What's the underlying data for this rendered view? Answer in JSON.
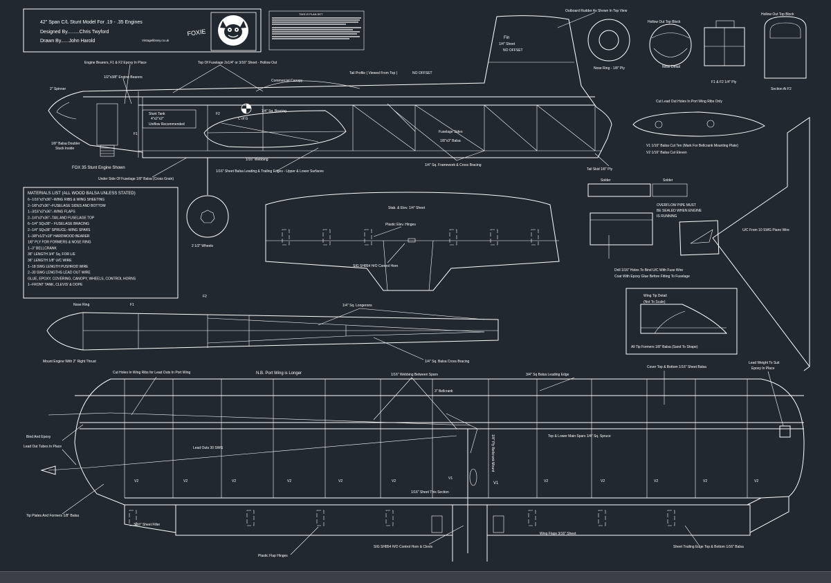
{
  "title_block": {
    "line1": "42\" Span C/L Stunt Model For .19 - .35 Engines",
    "line2": "Designed By.........Chris Twyford",
    "line3": "Drawn By......John Harold",
    "website": "Vintagelibrary.co.uk",
    "model_name": "FOXIE"
  },
  "notes": {
    "heading": "THIS IS PLAN SET"
  },
  "materials": {
    "heading": "MATERIALS LIST (ALL WOOD BALSA UNLESS STATED)",
    "items": [
      "6--1/16\"x3\"x36\"--WING RIBS & WING SHEETING",
      "2--1/8\"x3\"x36\"--FUSELAGE SIDES AND BOTTOM",
      "1--3/16\"x3\"x36\"--WING FLAPS",
      "2--1/4\"x3\"x36\"--TAIL AND FUSELAGE TOP",
      "6--1/4\" SQx36\"-- FUSELAGE BRACING",
      "2--1/4\" SQx36\" SPRUCE--WING SPARS",
      "1--3/8\"x1/2\"x18\" HARDWOOD BEARER",
      "1/8\" PLY FOR FORMERS & NOSE RING",
      "1--3\" BELLCRANK",
      "36\" LENGTH 3/4\" Sq. FOR L/E",
      "36\" LENGTH 1/8\" U/C WIRE",
      "1--18 SWG LENGTH PUSHROD WIRE",
      "2--30 SWG LENGTHS LEAD OUT WIRE",
      "GLUE, EPOXY, COVERING, CANOPY, WHEELS, CONTROL HORNS",
      "1--FRONT TANK, CLEVIS' & DOPE"
    ]
  },
  "labels": {
    "engine_bearers": "Engine Bearers, F1 & F2 Epoxy In Place",
    "bearers_spec": "1/2\"x3/8\" Engine Bearers",
    "fuselage_top": "Top Of Fuselage 2x1/4\" or 3/16\" Sheet - Hollow Out",
    "commercial_canopy": "Commercial Canopy",
    "tail_profile": "Tail Profile ( Viewed From Top )",
    "no_offset": "NO OFFSET",
    "outboard_rudder": "Outboard Rudder As Shown In Top View",
    "fin": "Fin",
    "fin_sheet": "1/4\" Sheet",
    "fin_offset": "NO OFFSET",
    "nose_ring": "Nose Ring - 1/8\" Ply",
    "hollow_block": "Hollow Out Top Block",
    "nose_detail": "Nose Detail",
    "f1f2_ply": "F1 & F2 1/4\" Ply",
    "hollow_top_block": "Hollow Out Top Block",
    "section_f2": "Section At F2",
    "spinner": "2\" Spinner",
    "stunt_tank": "Stunt Tank",
    "tank_size": "4\"x2\"x2\"",
    "uniflow": "Uniflow Recommended",
    "f2": "F2",
    "f1": "F1",
    "cg": "C of G",
    "sq_bracing": "1/4\" Sq. Bracing",
    "webbing": "1/16\" Webbing",
    "fuselage_sides": "Fuselage Sides",
    "fuselage_sides_spec": "1/8\"x3\" Balsa",
    "balsa_doubler": "1/8\" Balsa Doubler",
    "stuck_inside": "Stuck Inside",
    "fox_engine": "FOX 35 Stunt Engine Shown",
    "underside": "Under Side Of Fuselage 1/8\" Balsa (Cross Grain)",
    "le_te": "1/16\" Sheet Balsa Leading & Trailing Edges - Upper & Lower Surfaces",
    "framework": "1/4\" Sq. Framework & Cross Bracing",
    "tail_skid": "Tail Skid 1/8\" Ply",
    "lead_out_holes": "Cut Lead Out Holes In Port Wing Ribs Only",
    "rib_spec": "V1 1/16\" Balsa Cut Ten (Mark For Bellcrank Mounting Plate)",
    "rib_spec2": "V2 1/16\" Balsa Cut Eleven",
    "wheels": "2 1/2\" Wheels",
    "stab": "Stab. & Elev. 1/4\" Sheet",
    "plastic_hinges": "Plastic Elev. Hinges",
    "sig_horn": "SIG SH854 H/O Control Horn",
    "solder": "Solder",
    "solder2": "Solder",
    "overflow": "OVERFLOW PIPE MUST",
    "overflow2": "BE SEALED WHEN ENGINE",
    "overflow3": "IS RUNNING",
    "uc_swg": "U/C From 10 SWG Piano Wire",
    "drill_holes": "Drill 1/16\" Holes To Bind U/C With Fuse Wire",
    "coat_epoxy": "Coat With Epoxy Glue Before Fitting To Fuselage",
    "nose_ring_top": "Nose Ring",
    "f1_top": "F1",
    "f2_top": "F2",
    "longerons": "1/4\" Sq. Longerons",
    "wing_tip_detail": "Wing Tip Detail",
    "not_to_scale": "(Not To Scale)",
    "tip_formers": "All Tip Formers 1/8\" Balsa (Sand To Shape)",
    "mount_engine": "Mount Engine With 2\" Right Thrust",
    "cross_bracing": "1/4\" Sq. Balsa Cross Bracing",
    "cut_holes_wing": "Cut Holes In Wing Ribs for Lead Outs In Port Wing",
    "port_wing": "N.B. Port Wing is Longer",
    "webbing_spars": "1/16\" Webbing Between Spars",
    "le_balsa": "3/4\" Sq Balsa Leading Edge",
    "cover_top": "Cover Top & Bottom 1/16\" Sheet Balsa",
    "lead_weight": "Lead Weight To Suit",
    "epoxy_in_place": "Epoxy In Place",
    "bellcrank": "3\" Bellcrank",
    "bind_epoxy": "Bind And Epoxy",
    "lead_out_tubes": "Lead Out Tubes In Place",
    "lead_outs_swg": "Lead Outs 30 SWG",
    "plywood_mount": "1/8\" Ply Bellcrank Mount",
    "spars": "Top & Lower Main Spars 1/4\" Sq. Spruce",
    "sheet_this": "1/16\" Sheet This Section",
    "tip_plates": "Tip Plates And Formers 1/8\" Balsa",
    "flap_filler": "3/16\" Sheet Filler",
    "flap_hinges": "Plastic Flap Hinges",
    "flap_horn": "SIG SH854 H/O Control Horn & Clevis",
    "wing_flaps": "Wing Flaps 3/16\" Sheet",
    "trailing_edge": "Sheet Trailing Edge Top & Bottom 1/16\" Balsa",
    "v1": "V1",
    "v2": "V2"
  }
}
